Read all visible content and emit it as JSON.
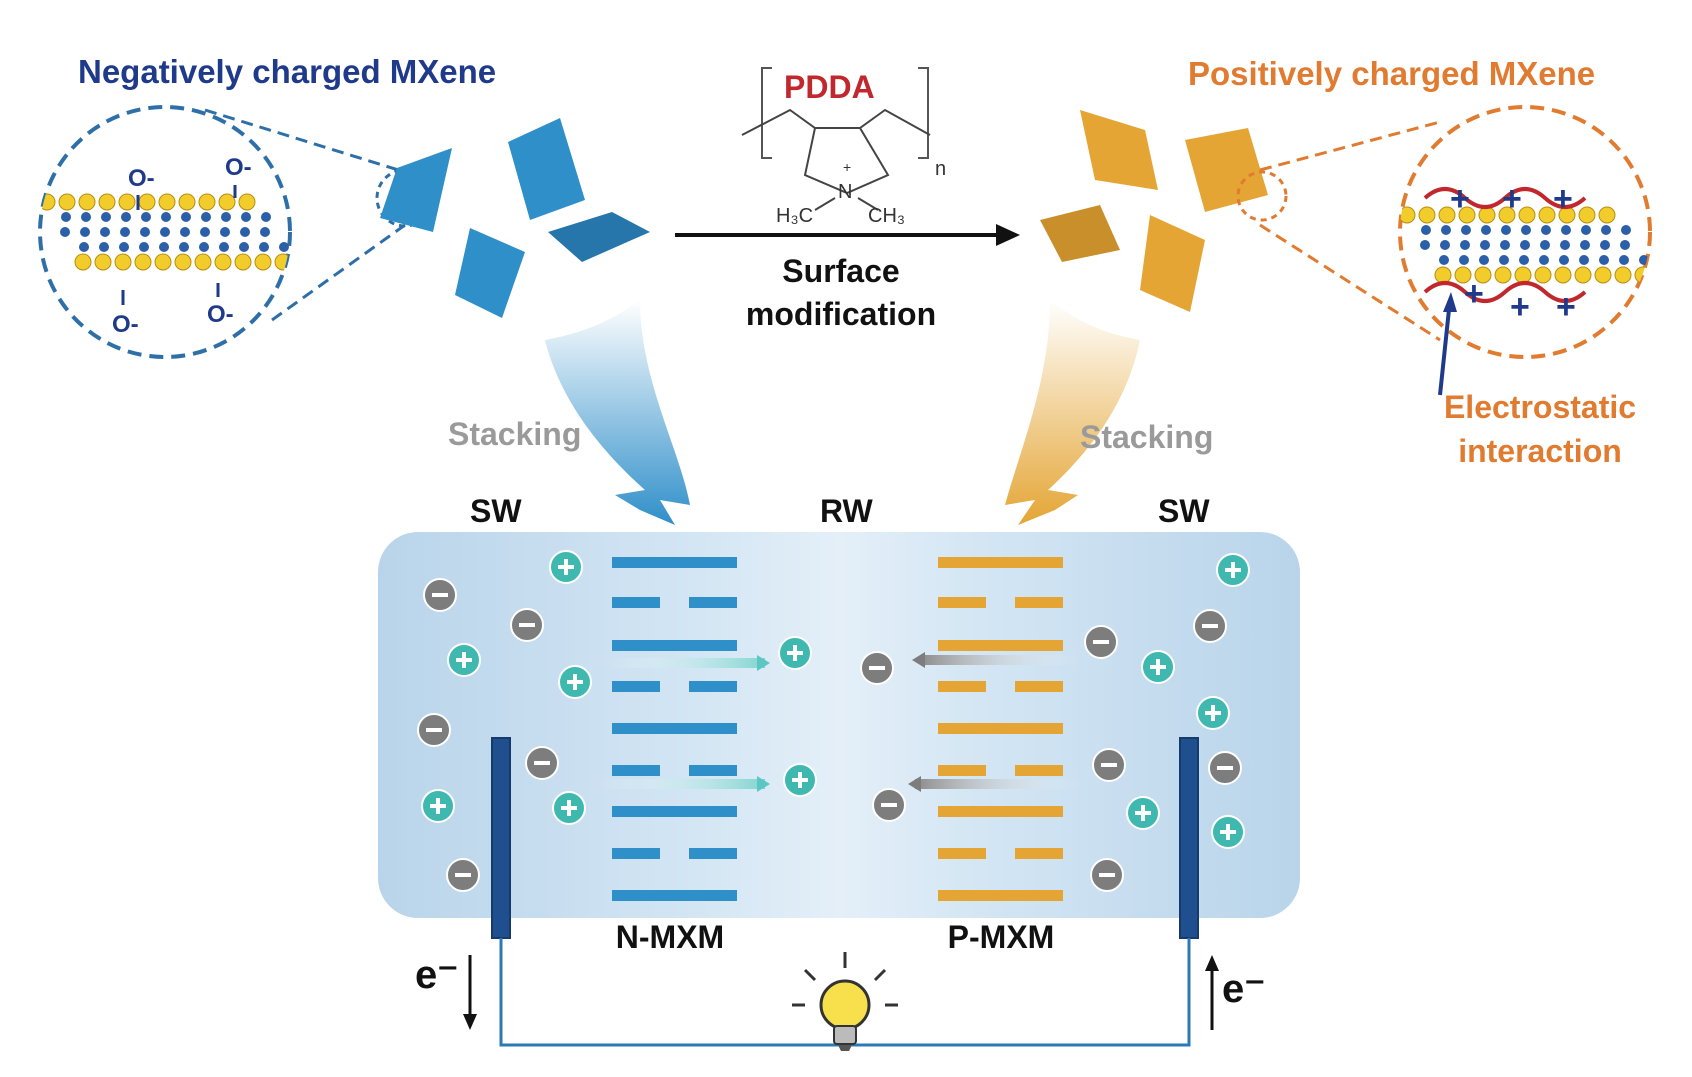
{
  "labels": {
    "negative_title": "Negatively charged MXene",
    "positive_title": "Positively charged MXene",
    "pdda": "PDDA",
    "n_subscript": "n",
    "charge_plus": "+",
    "n_atom": "N",
    "h3c": "H₃C",
    "ch3": "CH₃",
    "surface_line1": "Surface",
    "surface_line2": "modification",
    "stacking_left": "Stacking",
    "stacking_right": "Stacking",
    "electrostatic_line1": "Electrostatic",
    "electrostatic_line2": "interaction",
    "sw_left": "SW",
    "rw": "RW",
    "sw_right": "SW",
    "n_mxm": "N-MXM",
    "p_mxm": "P-MXM",
    "e_left": "e⁻",
    "e_right": "e⁻",
    "o_minus": [
      "O-",
      "O-",
      "O-",
      "O-"
    ]
  },
  "icons": {
    "bulb": "lightbulb-icon",
    "cation": "cation-plus-icon",
    "anion": "anion-minus-icon"
  },
  "colors": {
    "negative": "#1f3a8a",
    "positive": "#e07b30",
    "mxene_blue": "#2f8fc9",
    "mxene_orange": "#e4a534",
    "pdda_red": "#c0282d",
    "cation": "#3fb8b0",
    "anion": "#7d7d7d",
    "electrode": "#1f4f8f",
    "wire": "#2a7ab8",
    "cell": "#c6ddef",
    "stacking_text": "#9a9a9a"
  }
}
